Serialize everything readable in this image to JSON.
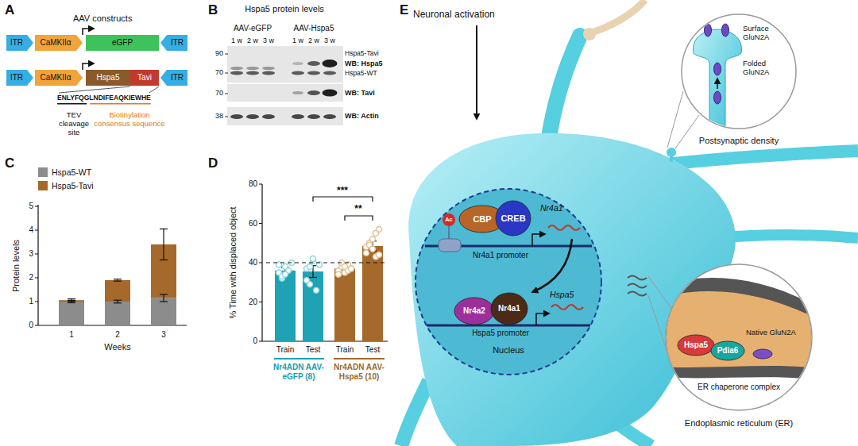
{
  "diagram": {
    "nodes": [
      {
        "text": [
          "ITR"
        ]
      },
      {
        "text": [
          "CaMKIIα"
        ]
      },
      {
        "text": [
          "eGFP"
        ]
      },
      {
        "text": [
          "ITR"
        ]
      },
      {
        "text": [
          "ITR"
        ]
      },
      {
        "text": [
          "CaMKIIα"
        ]
      },
      {
        "text": [
          "Hspa5"
        ]
      },
      {
        "text": [
          "Tavi"
        ]
      },
      {
        "text": [
          "ITR"
        ]
      },
      {
        "text": [
          "Surface GluN2A",
          "Folded GluN2A",
          "Postsynaptic density"
        ]
      },
      {
        "text": [
          "Nucleus"
        ]
      },
      {
        "text": [
          "CBP"
        ],
        "in": 10
      },
      {
        "text": [
          "CREB"
        ],
        "in": 10
      },
      {
        "text": [
          "Nr4a2"
        ],
        "in": 10
      },
      {
        "text": [
          "Nr4a1"
        ],
        "in": 10
      },
      {
        "text": [
          "Native GluN2A",
          "ER chaperone complex",
          "Endoplasmic reticulum (ER)"
        ]
      },
      {
        "text": [
          "Hspa5"
        ],
        "in": 15
      },
      {
        "text": [
          "Pdia6"
        ],
        "in": 15
      }
    ],
    "labels": [
      "A",
      "AAV constructs",
      "ENLYFQGLNDIFEAQKIEWHE",
      "TEV cleavage site",
      "Biotinylation consensus sequence",
      "B",
      "Hspa5 protein levels",
      "AAV-eGFP",
      "AAV-Hspa5",
      "1 w",
      "2 w",
      "3 w",
      "1 w",
      "2 w",
      "3 w",
      "90",
      "70",
      "Hspa5-Tavi",
      "WB: Hspa5",
      "Hspa5-WT",
      "70",
      "WB: Tavi",
      "38",
      "WB: Actin",
      "C",
      "Protein levels",
      "0",
      "1",
      "2",
      "3",
      "4",
      "5",
      "1",
      "2",
      "3",
      "Weeks",
      "D",
      "% Time with displaced object",
      "0",
      "20",
      "40",
      "60",
      "80",
      "***",
      "**",
      "Train",
      "Test",
      "Train",
      "Test",
      "Nr4ADN AAV-eGFP (8)",
      "Nr4ADN AAV-Hspa5 (10)",
      "E",
      "Neuronal activation",
      "Ac",
      "Nr4a1",
      "Nr4a1 promoter",
      "Hspa5",
      "Hspa5 promoter"
    ],
    "legend": [
      {
        "text": "Hspa5-WT",
        "color": "#8c8c8c"
      },
      {
        "text": "Hspa5-Tavi",
        "color": "#a5692b"
      }
    ]
  }
}
